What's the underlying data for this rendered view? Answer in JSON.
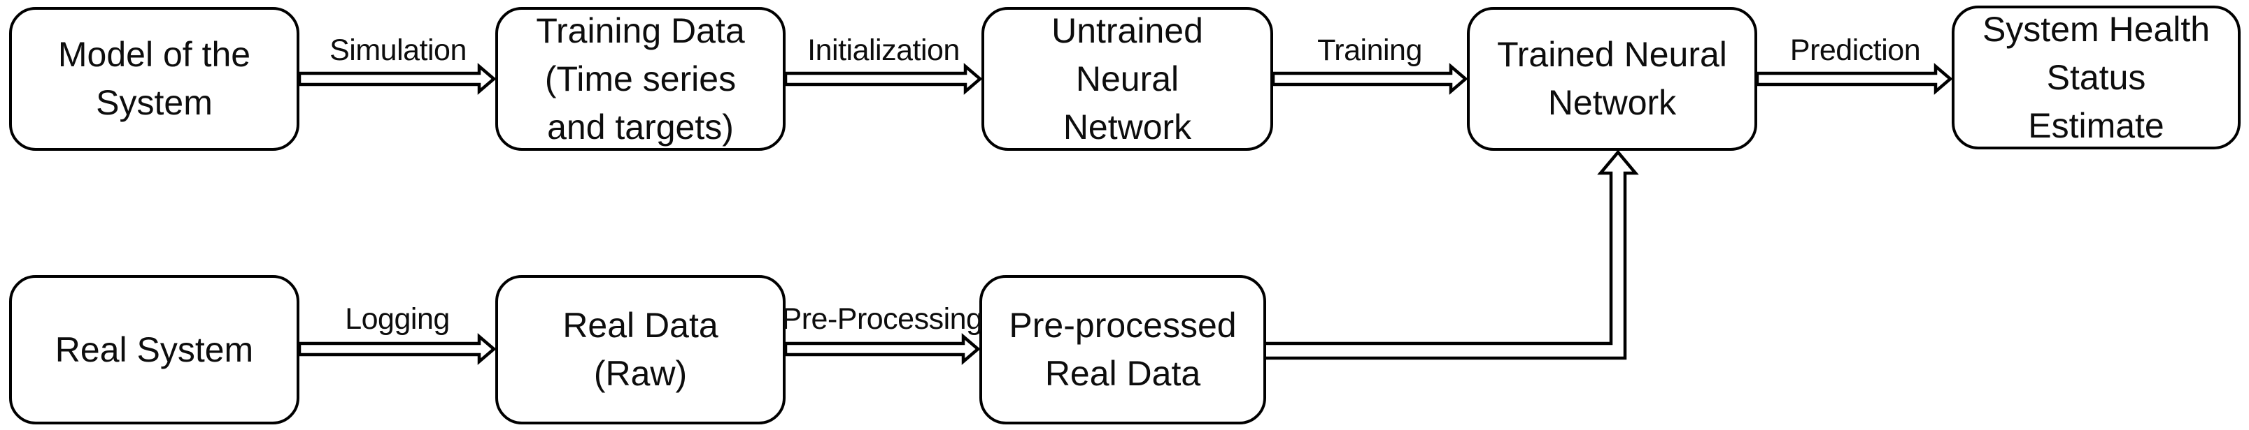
{
  "diagram": {
    "background_color": "#ffffff",
    "line_color": "#000000",
    "text_color": "#0d0d0d",
    "nodes": [
      {
        "id": "model-of-the-system",
        "lines": [
          "Model of the",
          "System"
        ]
      },
      {
        "id": "training-data",
        "lines": [
          "Training Data",
          "(Time series",
          "and targets)"
        ]
      },
      {
        "id": "untrained-neural-network",
        "lines": [
          "Untrained",
          "Neural",
          "Network"
        ]
      },
      {
        "id": "trained-neural-network",
        "lines": [
          "Trained Neural",
          "Network"
        ]
      },
      {
        "id": "system-health-status-estimate",
        "lines": [
          "System Health",
          "Status",
          "Estimate"
        ]
      },
      {
        "id": "real-system",
        "lines": [
          "Real System"
        ]
      },
      {
        "id": "real-data-raw",
        "lines": [
          "Real Data",
          "(Raw)"
        ]
      },
      {
        "id": "pre-processed-real-data",
        "lines": [
          "Pre-processed",
          "Real Data"
        ]
      }
    ],
    "edges": [
      {
        "id": "simulation",
        "label": "Simulation",
        "from": "model-of-the-system",
        "to": "training-data"
      },
      {
        "id": "initialization",
        "label": "Initialization",
        "from": "training-data",
        "to": "untrained-neural-network"
      },
      {
        "id": "training",
        "label": "Training",
        "from": "untrained-neural-network",
        "to": "trained-neural-network"
      },
      {
        "id": "prediction",
        "label": "Prediction",
        "from": "trained-neural-network",
        "to": "system-health-status-estimate"
      },
      {
        "id": "logging",
        "label": "Logging",
        "from": "real-system",
        "to": "real-data-raw"
      },
      {
        "id": "pre-processing",
        "label": "Pre-Processing",
        "from": "real-data-raw",
        "to": "pre-processed-real-data"
      },
      {
        "id": "feed-to-trained-network",
        "label": "",
        "from": "pre-processed-real-data",
        "to": "trained-neural-network"
      }
    ]
  }
}
